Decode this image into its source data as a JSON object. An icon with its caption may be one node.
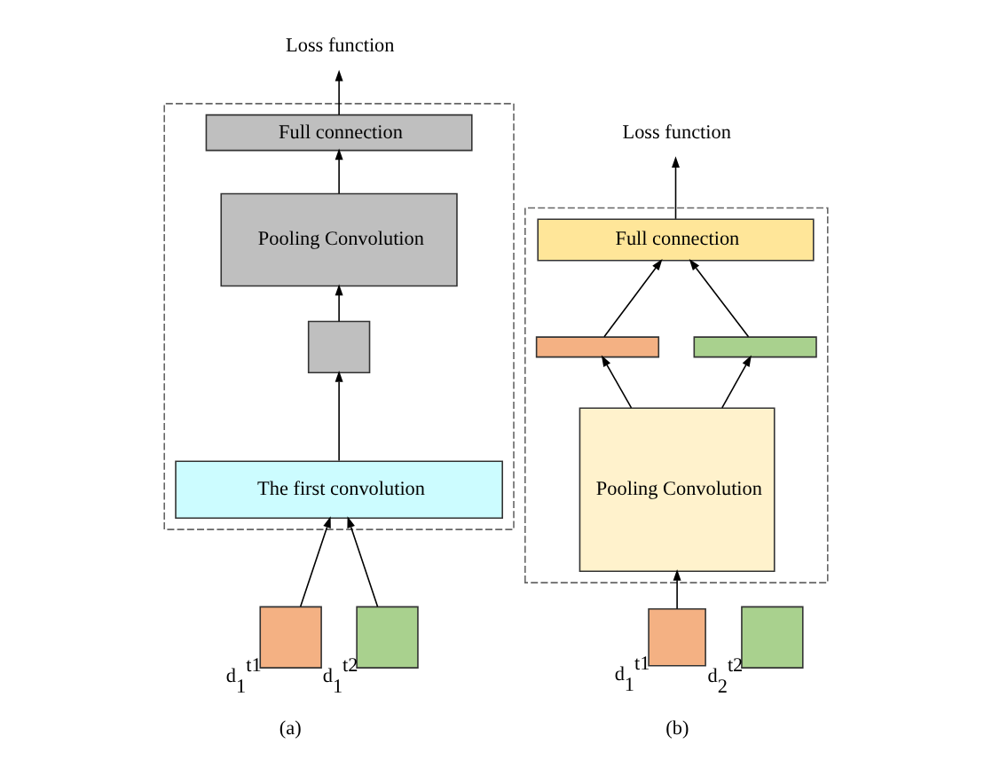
{
  "diagram": {
    "nodes": [
      {
        "text": [],
        "shape": "box"
      },
      {
        "text": [
          "Loss function"
        ]
      },
      {
        "text": [
          "Full connection"
        ],
        "in": 0
      },
      {
        "text": [
          "Pooling Convolution"
        ],
        "in": 0
      },
      {
        "text": [],
        "shape": "box",
        "in": 0
      },
      {
        "text": [
          "The first convolution"
        ],
        "in": 0
      },
      {
        "text": [],
        "shape": "box",
        "beside": [
          "d$_{1}$$^{t1}$"
        ]
      },
      {
        "text": [],
        "shape": "box",
        "beside": [
          "d$_{1}$$^{t2}$"
        ]
      },
      {
        "text": [],
        "shape": "box"
      },
      {
        "text": [
          "Loss function"
        ]
      },
      {
        "text": [
          "Full connection"
        ],
        "in": 8
      },
      {
        "text": [],
        "shape": "bar",
        "in": 8
      },
      {
        "text": [],
        "shape": "bar",
        "in": 8
      },
      {
        "text": [
          "Pooling Convolution"
        ],
        "in": 8
      },
      {
        "text": [],
        "shape": "box",
        "beside": [
          "d$_{1}$$^{t1}$"
        ]
      },
      {
        "text": [],
        "shape": "box",
        "beside": [
          "d$_{2}$$^{t2}$"
        ]
      }
    ],
    "edges": [
      {
        "from": 2,
        "to": 1,
        "arrow": "to"
      },
      {
        "from": 3,
        "to": 2,
        "arrow": "to"
      },
      {
        "from": 4,
        "to": 3,
        "arrow": "to"
      },
      {
        "from": 5,
        "to": 4,
        "arrow": "to"
      },
      {
        "from": 6,
        "to": 5,
        "arrow": "to"
      },
      {
        "from": 7,
        "to": 5,
        "arrow": "to"
      },
      {
        "from": 10,
        "to": 9,
        "arrow": "to"
      },
      {
        "from": 11,
        "to": 10,
        "arrow": "to"
      },
      {
        "from": 12,
        "to": 10,
        "arrow": "to"
      },
      {
        "from": 13,
        "to": 11,
        "arrow": "to"
      },
      {
        "from": 13,
        "to": 12,
        "arrow": "to"
      },
      {
        "from": 14,
        "to": 13,
        "arrow": "to"
      }
    ],
    "labels": [
      "(a)",
      "(b)"
    ]
  }
}
